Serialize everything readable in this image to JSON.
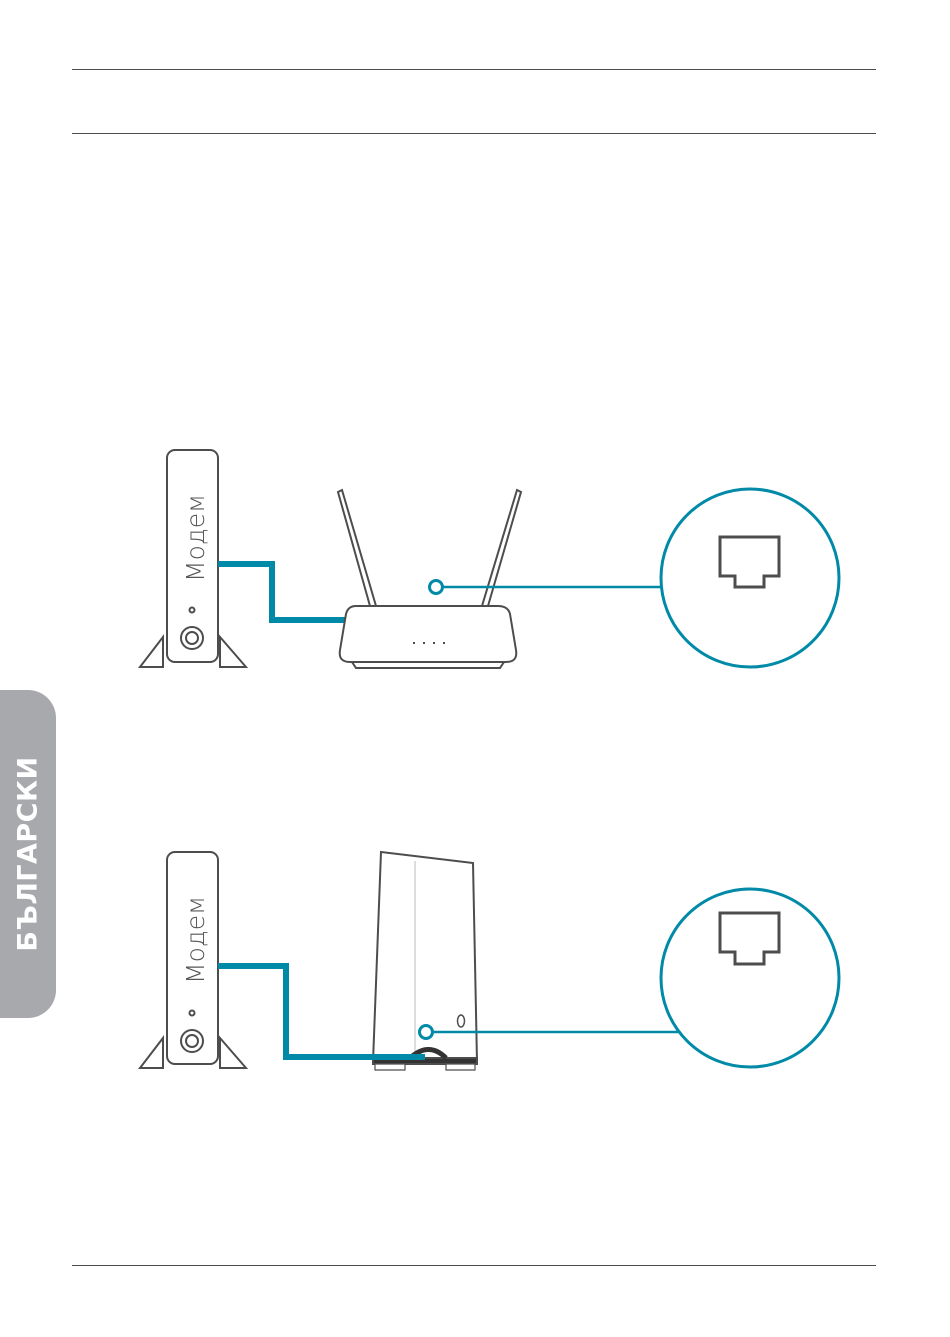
{
  "side_tab": {
    "label": "БЪЛГАРСКИ"
  },
  "diagram_top": {
    "modem_label": "Модем"
  },
  "diagram_bottom": {
    "modem_label": "Модем"
  },
  "colors": {
    "cable": "#008aa8",
    "outline": "#4d4d4d",
    "tab": "#a7a9ac"
  }
}
